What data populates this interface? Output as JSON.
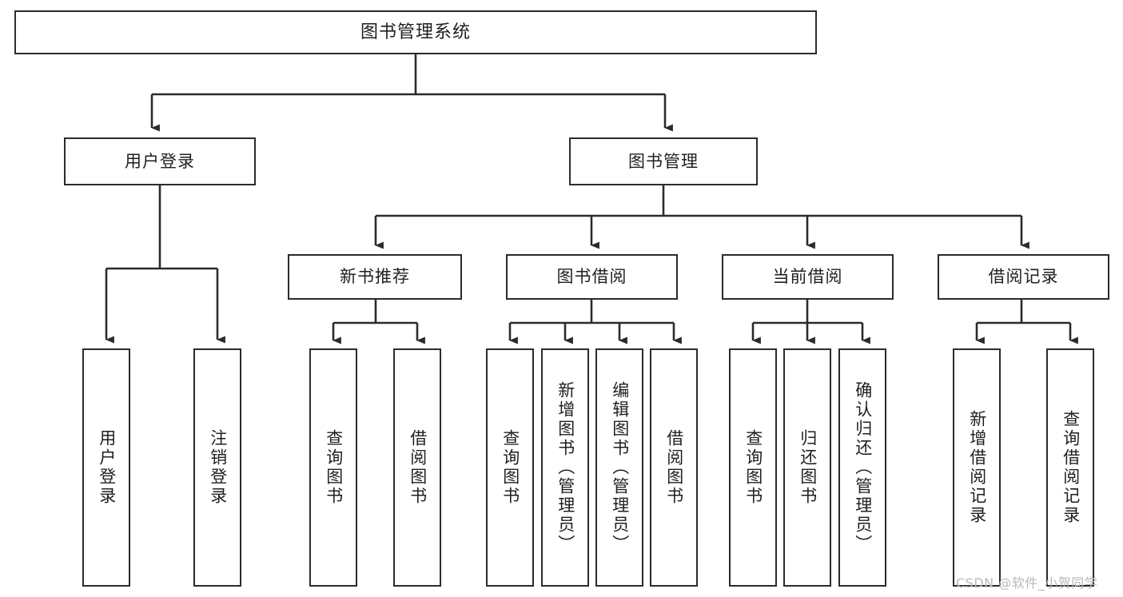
{
  "diagram": {
    "title": "图书管理系统",
    "watermark": "CSDN @软件_小贺同学",
    "stroke_color": "#2b2b2b",
    "fill_color": "#ffffff",
    "text_color": "#1f1f1f",
    "watermark_color": "#b9b9b9"
  },
  "nodes": {
    "root": {
      "label": "图书管理系统"
    },
    "level2": [
      {
        "label": "用户登录"
      },
      {
        "label": "图书管理"
      }
    ],
    "level3": [
      {
        "label": "新书推荐"
      },
      {
        "label": "图书借阅"
      },
      {
        "label": "当前借阅"
      },
      {
        "label": "借阅记录"
      }
    ],
    "leaves_login": [
      {
        "label": "用户登录"
      },
      {
        "label": "注销登录"
      }
    ],
    "leaves_newbook": [
      {
        "label": "查询图书"
      },
      {
        "label": "借阅图书"
      }
    ],
    "leaves_borrow": [
      {
        "label": "查询图书"
      },
      {
        "label": "新增图书（管理员）"
      },
      {
        "label": "编辑图书（管理员）"
      },
      {
        "label": "借阅图书"
      }
    ],
    "leaves_current": [
      {
        "label": "查询图书"
      },
      {
        "label": "归还图书"
      },
      {
        "label": "确认归还（管理员）"
      }
    ],
    "leaves_records": [
      {
        "label": "新增借阅记录"
      },
      {
        "label": "查询借阅记录"
      }
    ]
  }
}
